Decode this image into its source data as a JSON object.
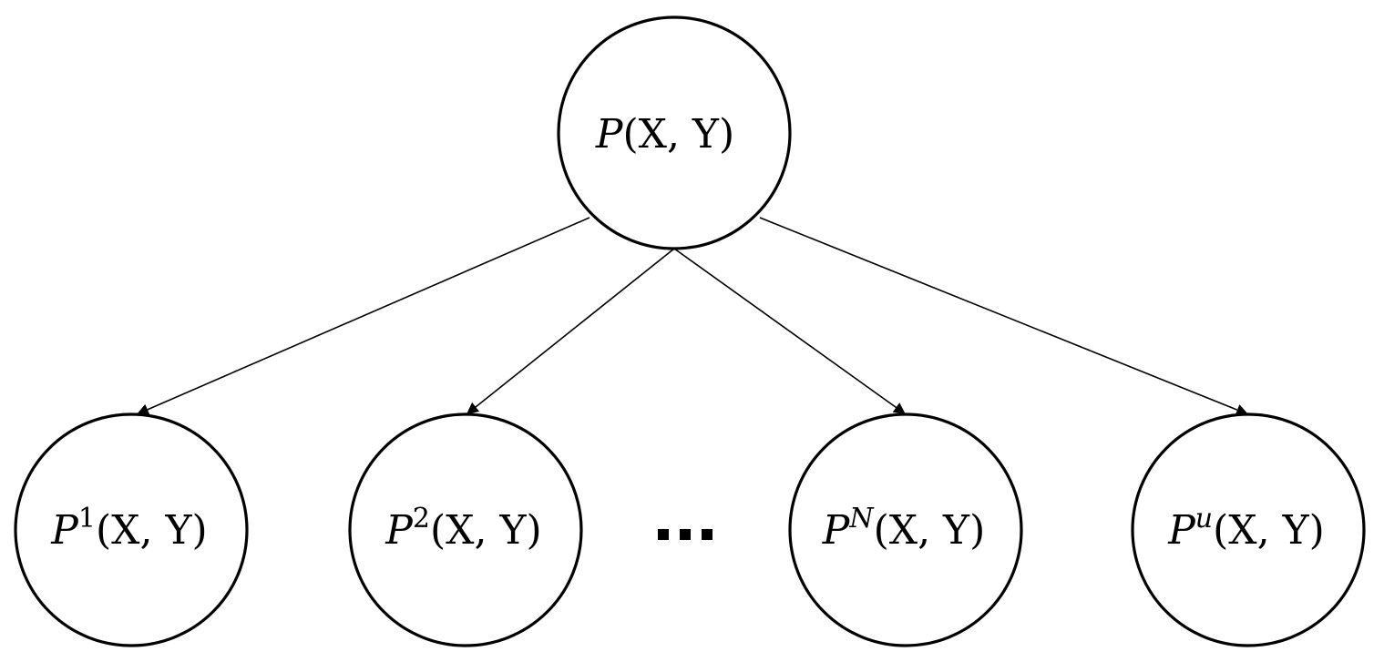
{
  "diagram": {
    "type": "tree",
    "root": {
      "id": "root",
      "base": "P",
      "superscript": "",
      "args": "(X, Y)"
    },
    "children": [
      {
        "id": "child-1",
        "base": "P",
        "superscript": "1",
        "args": "(X, Y)"
      },
      {
        "id": "child-2",
        "base": "P",
        "superscript": "2",
        "args": "(X, Y)"
      },
      {
        "id": "child-N",
        "base": "P",
        "superscript": "N",
        "args": "(X, Y)"
      },
      {
        "id": "child-u",
        "base": "P",
        "superscript": "u",
        "args": "(X, Y)"
      }
    ],
    "edges": [
      {
        "from": "root",
        "to": "child-1"
      },
      {
        "from": "root",
        "to": "child-2"
      },
      {
        "from": "root",
        "to": "child-N"
      },
      {
        "from": "root",
        "to": "child-u"
      }
    ],
    "ellipsis": "...",
    "colors": {
      "stroke": "#000000",
      "fill": "#ffffff"
    }
  }
}
